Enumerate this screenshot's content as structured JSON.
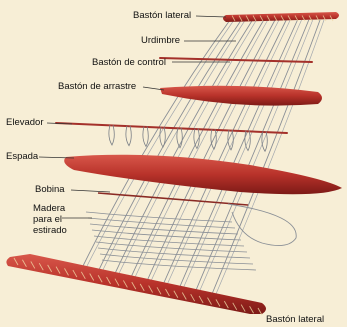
{
  "colors": {
    "background": "#f7eed6",
    "stick": "#b8322a",
    "stick_dark": "#8f1f1a",
    "stick_light": "#d8574a",
    "warp": "#8a8f96",
    "leader": "#333333"
  },
  "labels": {
    "baston_lateral_top": "Bastón lateral",
    "urdimbre": "Urdimbre",
    "baston_control": "Bastón de control",
    "baston_arrastre": "Bastón de arrastre",
    "elevador": "Elevador",
    "espada": "Espada",
    "bobina": "Bobina",
    "madera_line1": "Madera",
    "madera_line2": "para el",
    "madera_line3": "estirado",
    "baston_lateral_bottom": "Bastón lateral"
  }
}
